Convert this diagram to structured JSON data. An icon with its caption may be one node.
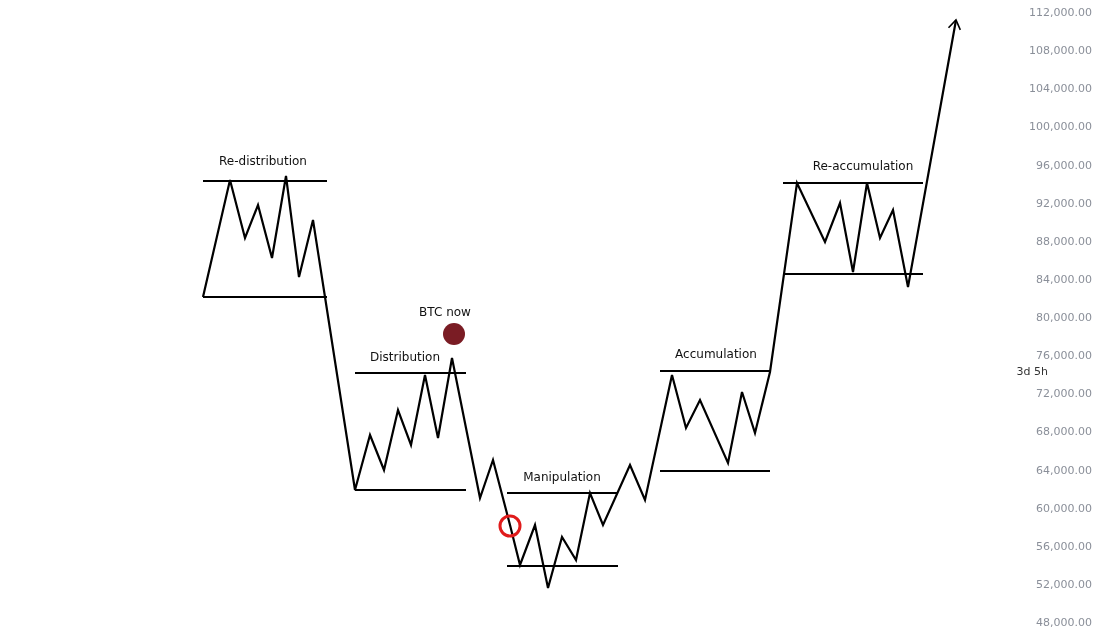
{
  "diagram": {
    "labels": [
      "Re-distribution",
      "BTC now",
      "Distribution",
      "Manipulation",
      "Accumulation",
      "Re-accumulation",
      "112,000.00",
      "108,000.00",
      "104,000.00",
      "100,000.00",
      "96,000.00",
      "92,000.00",
      "88,000.00",
      "84,000.00",
      "80,000.00",
      "76,000.00",
      "3d 5h",
      "72,000.00",
      "68,000.00",
      "64,000.00",
      "60,000.00",
      "56,000.00",
      "52,000.00",
      "48,000.00"
    ]
  }
}
